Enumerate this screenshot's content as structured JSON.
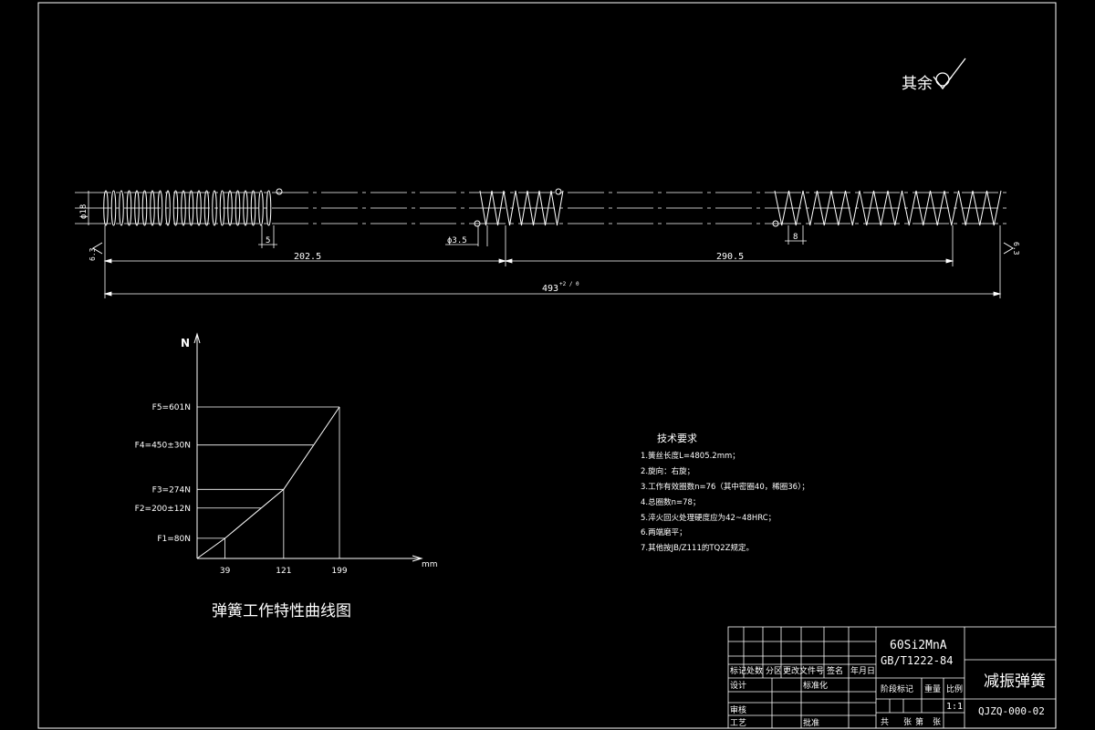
{
  "roughness": {
    "label": "其余"
  },
  "spring": {
    "dim_dia": "ϕ18",
    "dim_pitch_left": "5",
    "dim_wire": "ϕ3.5",
    "dim_pitch_right": "8",
    "dim_len_left": "202.5",
    "dim_len_right": "290.5",
    "dim_total": "493",
    "dim_total_tol": "+2 / 0",
    "roughness_left": "6.3",
    "roughness_right": "6.3"
  },
  "chart": {
    "title": "弹簧工作特性曲线图",
    "y_axis_label": "N",
    "x_axis_label": "mm"
  },
  "chart_data": {
    "type": "line",
    "title": "弹簧工作特性曲线图",
    "xlabel": "mm",
    "ylabel": "N",
    "y_tick_labels": [
      "F1=80N",
      "F2=200±12N",
      "F3=274N",
      "F4=450±30N",
      "F5=601N"
    ],
    "x_tick_labels": [
      "39",
      "121",
      "199"
    ],
    "series": [
      {
        "x": [
          0,
          39,
          121,
          199
        ],
        "y": [
          0,
          80,
          274,
          601
        ]
      }
    ],
    "reference_levels": [
      {
        "label": "F2=200±12N",
        "y": 200
      },
      {
        "label": "F4=450±30N",
        "y": 450
      }
    ]
  },
  "requirements": {
    "title": "技术要求",
    "items": [
      "1.簧丝长度L=4805.2mm；",
      "2.旋向：右旋；",
      "3.工作有效圈数n=76（其中密圈40，稀圈36）；",
      "4.总圈数n=78；",
      "5.淬火回火处理硬度应为42~48HRC；",
      "6.两端磨平；",
      "7.其他按JB/Z111的TQ2Z规定。"
    ]
  },
  "title_block": {
    "material_line1": "60Si2MnA",
    "material_line2": "GB/T1222-84",
    "part_name": "减振弹簧",
    "drawing_no": "QJZQ-000-02",
    "scale": "1:1",
    "col_mark": "标记",
    "col_count": "处数",
    "col_zone": "分区",
    "col_change": "更改文件号",
    "col_sign": "签名",
    "col_date": "年月日",
    "row_design": "设计",
    "row_std": "标准化",
    "row_review": "审核",
    "row_process": "工艺",
    "row_approve": "批准",
    "stage_mark": "阶段标记",
    "weight": "重量",
    "ratio": "比例",
    "sheets_total": "共",
    "sheets_word": "张",
    "sheet_num": "第",
    "sheet_word2": "张"
  }
}
